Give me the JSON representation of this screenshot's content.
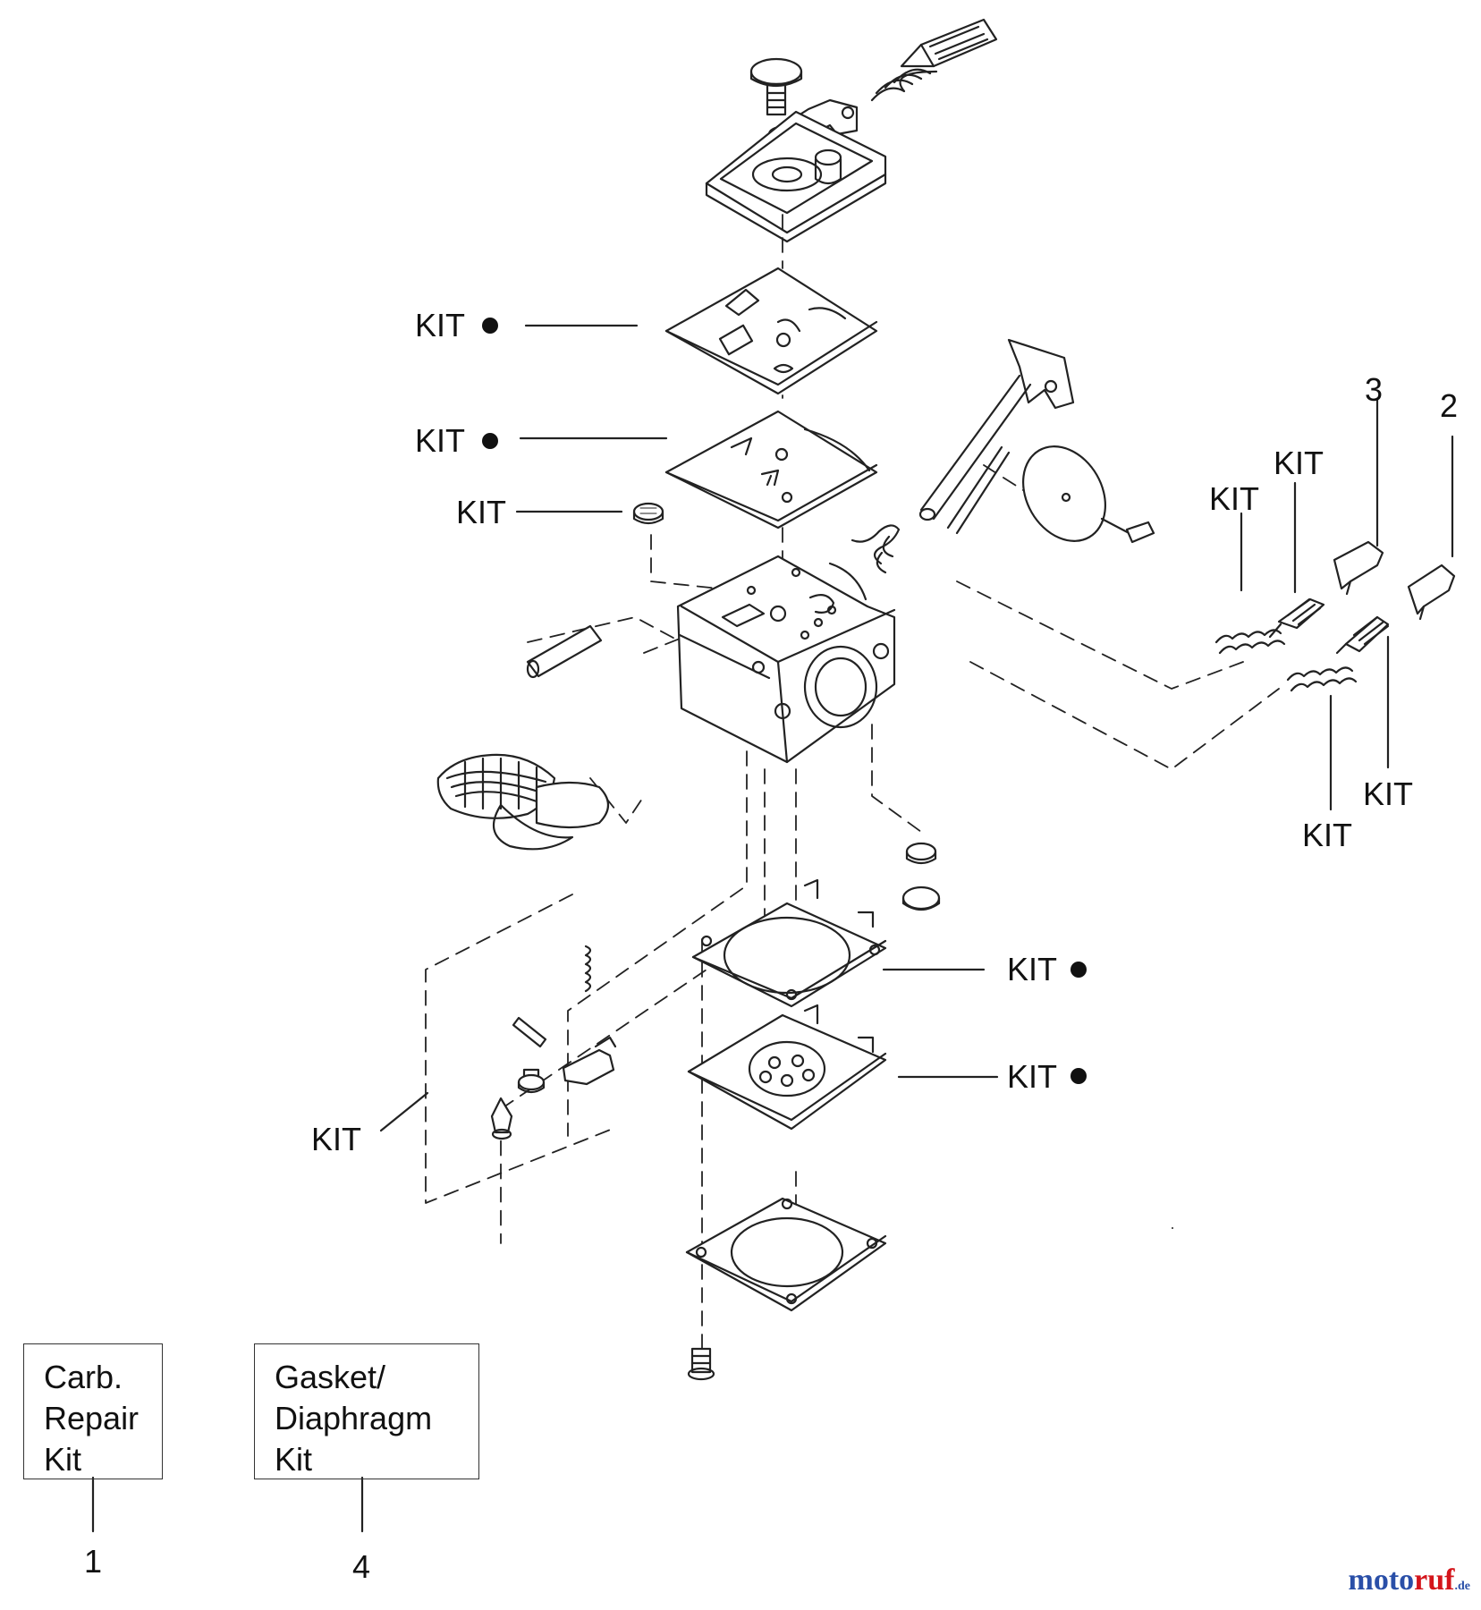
{
  "labels": {
    "kit_top_gasket": "KIT",
    "kit_metering_plate": "KIT",
    "kit_screen": "KIT",
    "kit_spring_left": "KIT",
    "kit_needle_top": "KIT",
    "kit_needle_bottom_right": "KIT",
    "kit_spring_bottom": "KIT",
    "kit_bottom_gasket": "KIT",
    "kit_bottom_diaphragm": "KIT",
    "kit_lower_left": "KIT"
  },
  "callouts": {
    "num_3": "3",
    "num_2": "2",
    "num_1": "1",
    "num_4": "4"
  },
  "kit_boxes": {
    "carb_repair": [
      "Carb.",
      "Repair",
      "Kit"
    ],
    "gasket_diaphragm": [
      "Gasket/",
      "Diaphragm",
      "Kit"
    ]
  },
  "watermark": {
    "part_a": "moto",
    "part_b": "ruf",
    "part_c": ".de"
  }
}
